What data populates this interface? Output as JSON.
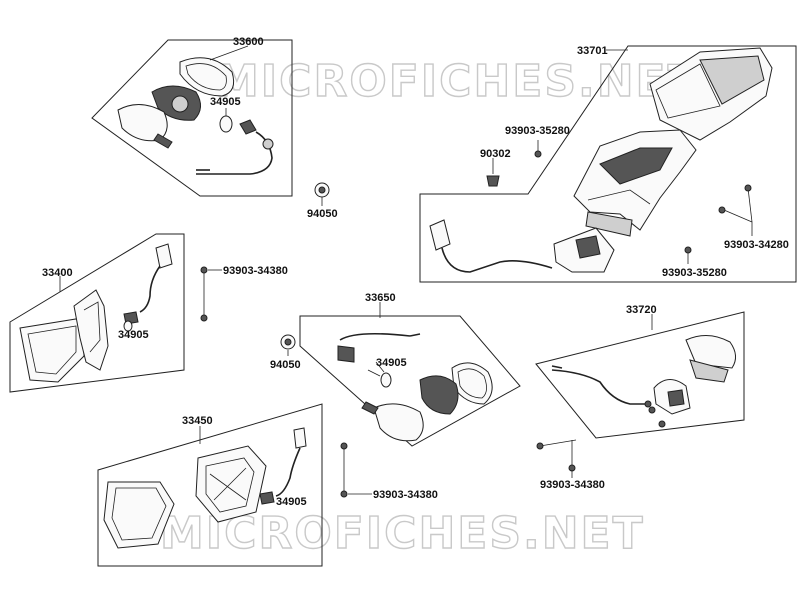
{
  "watermark": "MICROFICHES.NET",
  "parts": {
    "p33600": "33600",
    "p34905_a": "34905",
    "p94050_a": "94050",
    "p33701": "33701",
    "p93903_35280_a": "93903-35280",
    "p90302": "90302",
    "p93903_34280": "93903-34280",
    "p93903_35280_b": "93903-35280",
    "p33400": "33400",
    "p93903_34380_a": "93903-34380",
    "p34905_b": "34905",
    "p33650": "33650",
    "p94050_b": "94050",
    "p34905_c": "34905",
    "p33720": "33720",
    "p33450": "33450",
    "p34905_d": "34905",
    "p93903_34380_b": "93903-34380",
    "p93903_34380_c": "93903-34380"
  }
}
